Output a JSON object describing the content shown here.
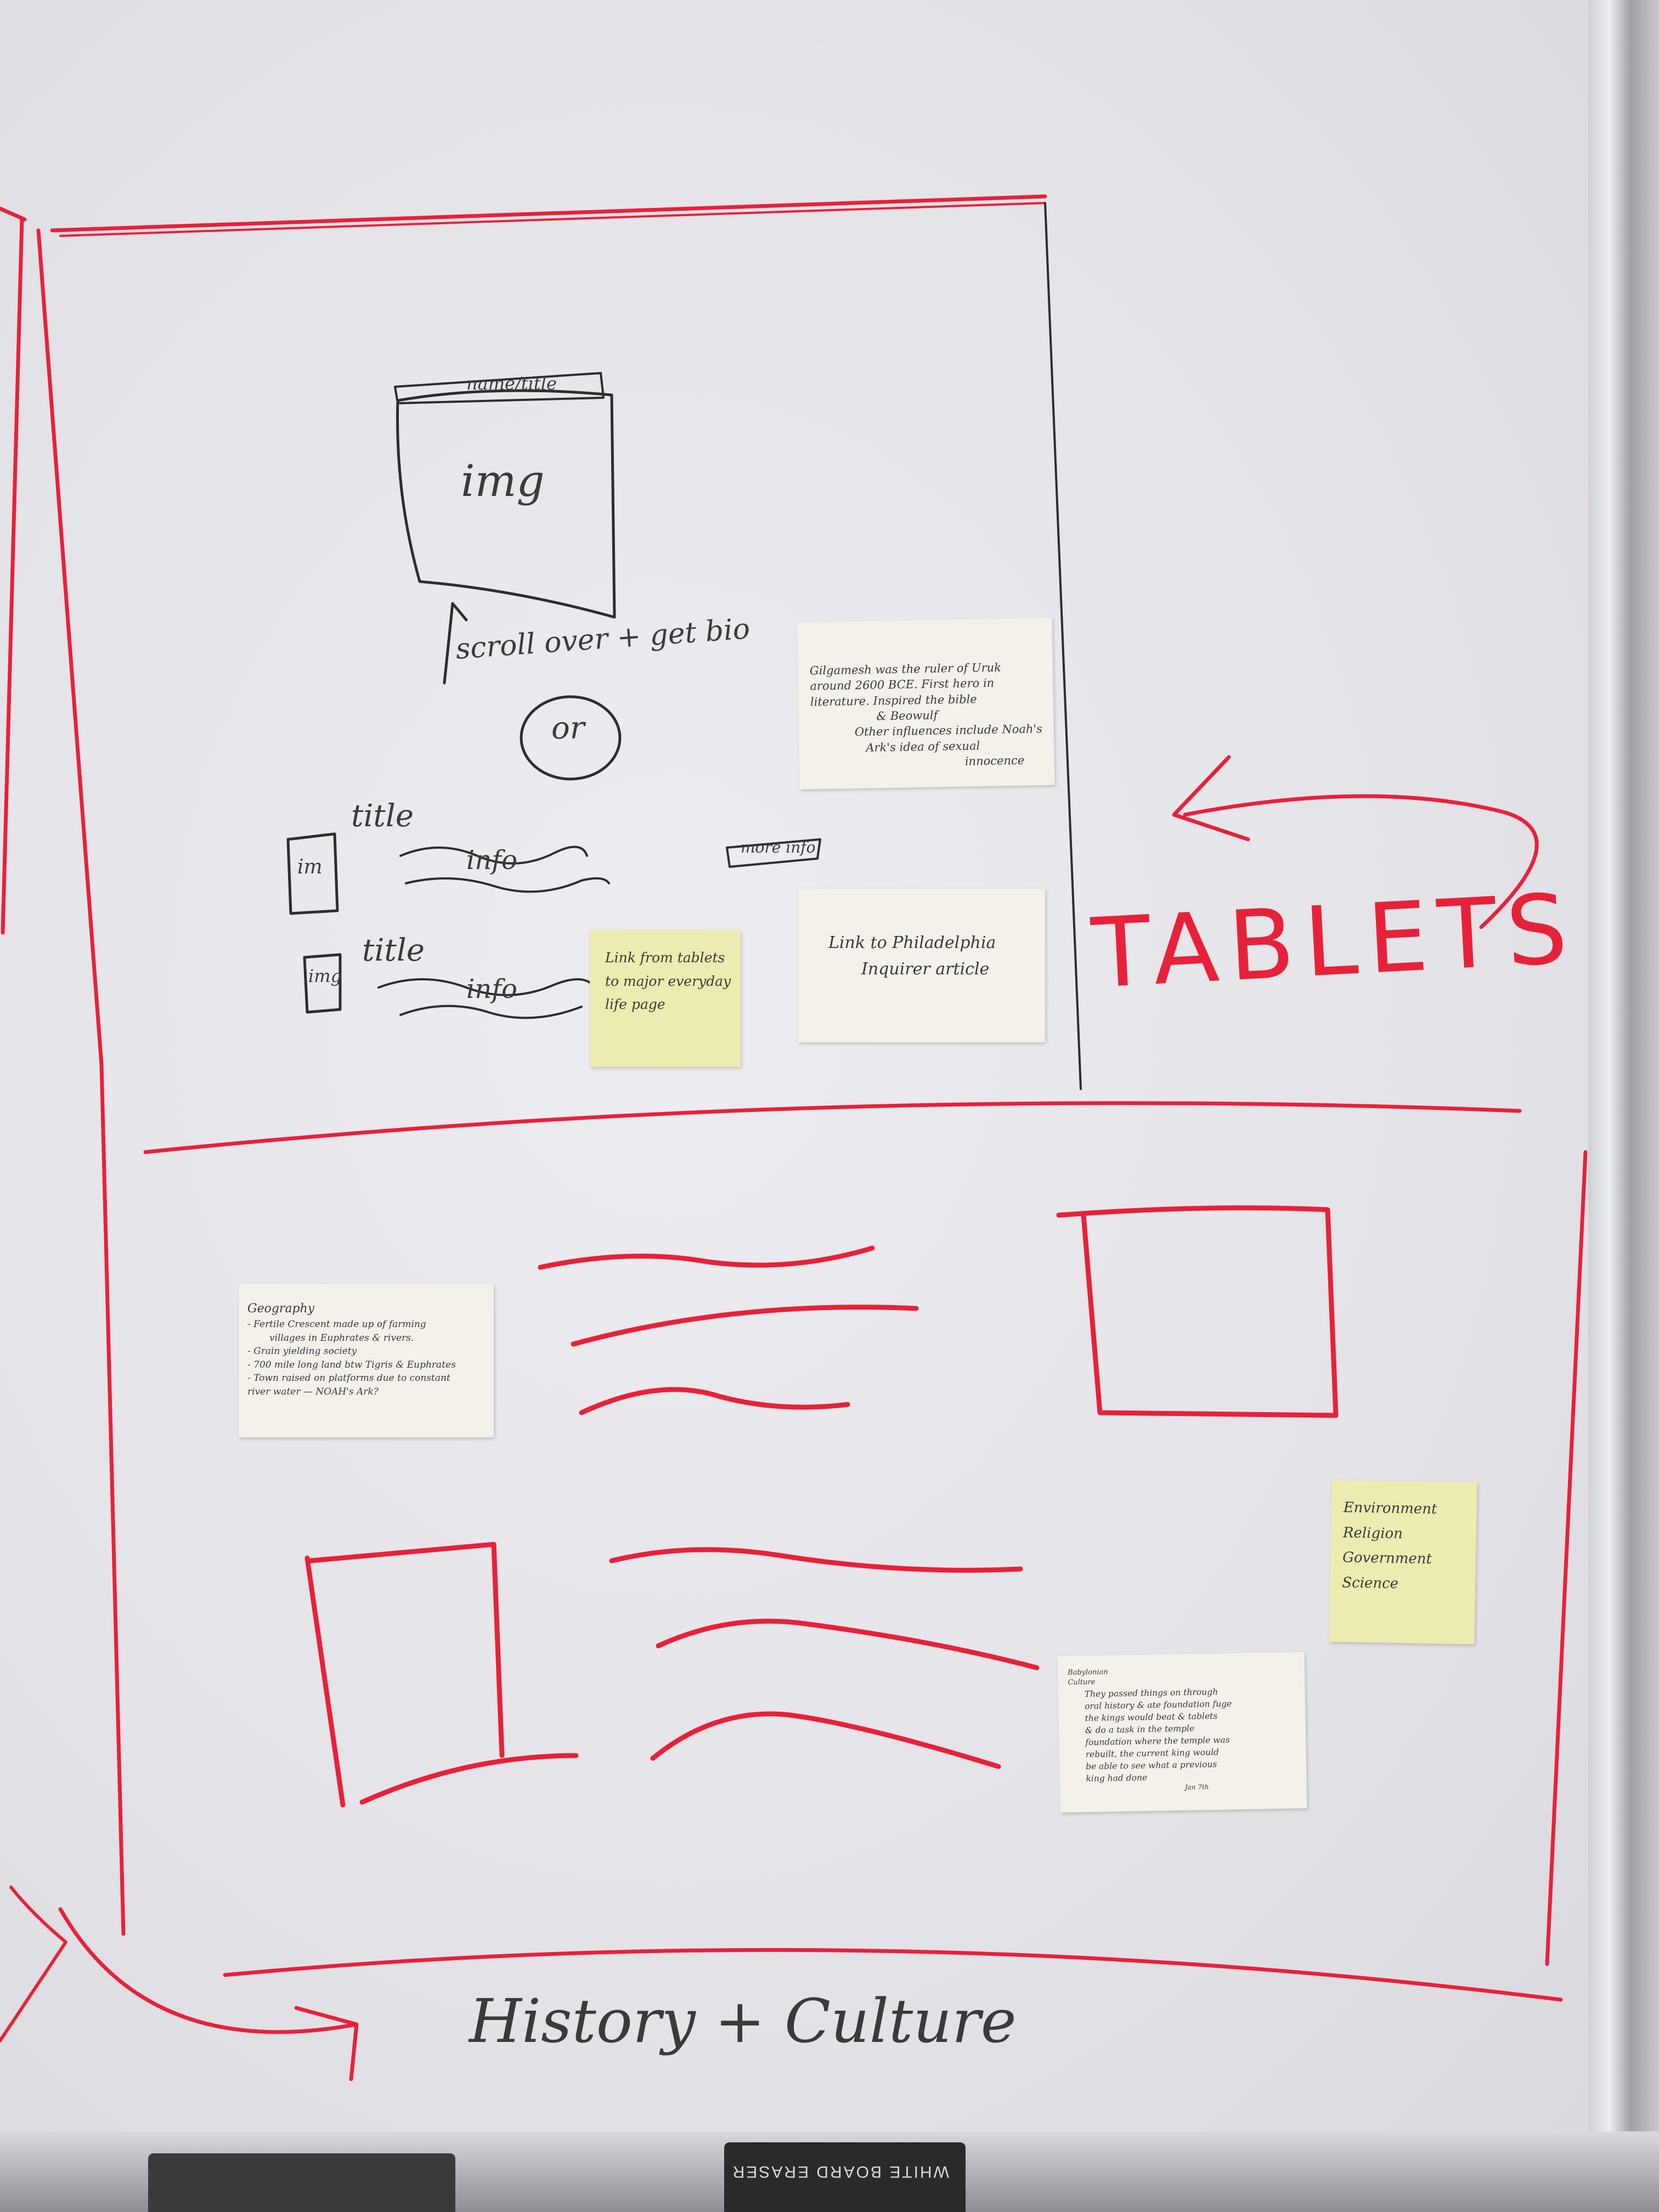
{
  "colors": {
    "board": "#e6e5e9",
    "red_marker": "#e8213a",
    "black_marker": "#2e2e2e",
    "index_card": "#f3f1ea",
    "sticky_note": "#ecebb0"
  },
  "board": {
    "tablets_label": "TABLETS",
    "history_label": "History + Culture",
    "hover_note": "scroll over + get bio",
    "or_label": "or",
    "img_label": "img",
    "name_tab_label": "name/title",
    "list_rows": [
      {
        "img_label": "im",
        "title": "title",
        "info": "info"
      },
      {
        "img_label": "img",
        "title": "title",
        "info": "info"
      }
    ],
    "more_button_label": "more info"
  },
  "notes": {
    "gilgamesh_card": [
      "Gilgamesh was the ruler of Uruk",
      "around 2600 BCE. First hero in",
      "literature. Inspired the bible",
      "& Beowulf",
      "Other influences include Noah's",
      "Ark's idea of sexual",
      "innocence"
    ],
    "inquirer_card": [
      "Link to Philadelphia",
      "Inquirer article"
    ],
    "link_sticky": [
      "Link from tablets",
      "to major everyday",
      "life page"
    ],
    "geography_card": [
      "Geography",
      "- Fertile Crescent made up of farming",
      "villages in Euphrates & rivers.",
      "- Grain yielding society",
      "- 700 mile long land btw Tigris & Euphrates",
      "- Town raised on platforms due to constant",
      "river water   — NOAH's Ark?"
    ],
    "topics_sticky": [
      "Environment",
      "Religion",
      "Government",
      "Science"
    ],
    "religion_card": [
      "Babylonian",
      "Culture",
      "They passed things on through",
      "oral history & ate foundation fuge",
      "the kings would beat & tablets",
      "& do a task in the temple",
      "foundation where the temple was",
      "rebuilt, the current king would",
      "be able to see what a previous",
      "king had done",
      "Jan 7th"
    ]
  },
  "eraser": {
    "label": "WHITE BOARD ERASER"
  }
}
